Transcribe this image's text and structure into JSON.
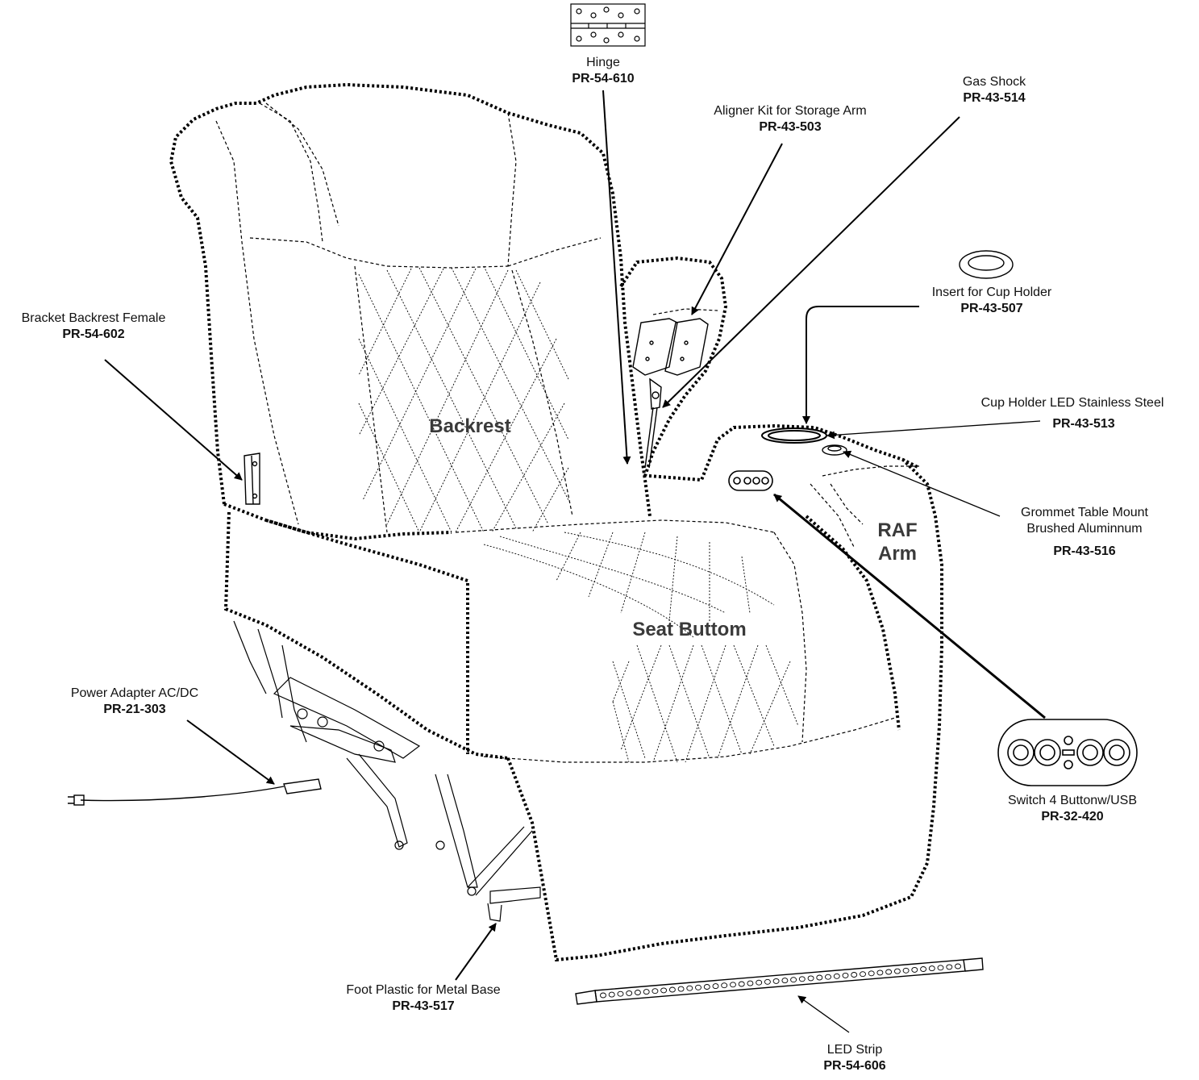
{
  "regions": {
    "backrest": "Backrest",
    "seat": "Seat Buttom",
    "arm_line1": "RAF",
    "arm_line2": "Arm"
  },
  "parts": [
    {
      "id": "hinge",
      "name": "Hinge",
      "code": "PR-54-610"
    },
    {
      "id": "gas-shock",
      "name": "Gas Shock",
      "code": "PR-43-514"
    },
    {
      "id": "aligner-kit",
      "name": "Aligner Kit for Storage Arm",
      "code": "PR-43-503"
    },
    {
      "id": "cup-insert",
      "name": "Insert for Cup Holder",
      "code": "PR-43-507"
    },
    {
      "id": "bracket-backrest",
      "name": "Bracket Backrest Female",
      "code": "PR-54-602"
    },
    {
      "id": "cup-holder-led",
      "name": "Cup Holder LED Stainless Steel",
      "code": "PR-43-513"
    },
    {
      "id": "grommet",
      "name_line1": "Grommet Table Mount",
      "name_line2": "Brushed Aluminnum",
      "code": "PR-43-516"
    },
    {
      "id": "power-adapter",
      "name": "Power Adapter AC/DC",
      "code": "PR-21-303"
    },
    {
      "id": "switch",
      "name": "Switch 4 Buttonw/USB",
      "code": "PR-32-420"
    },
    {
      "id": "foot-plastic",
      "name": "Foot Plastic for Metal Base",
      "code": "PR-43-517"
    },
    {
      "id": "led-strip",
      "name": "LED Strip",
      "code": "PR-54-606"
    }
  ]
}
